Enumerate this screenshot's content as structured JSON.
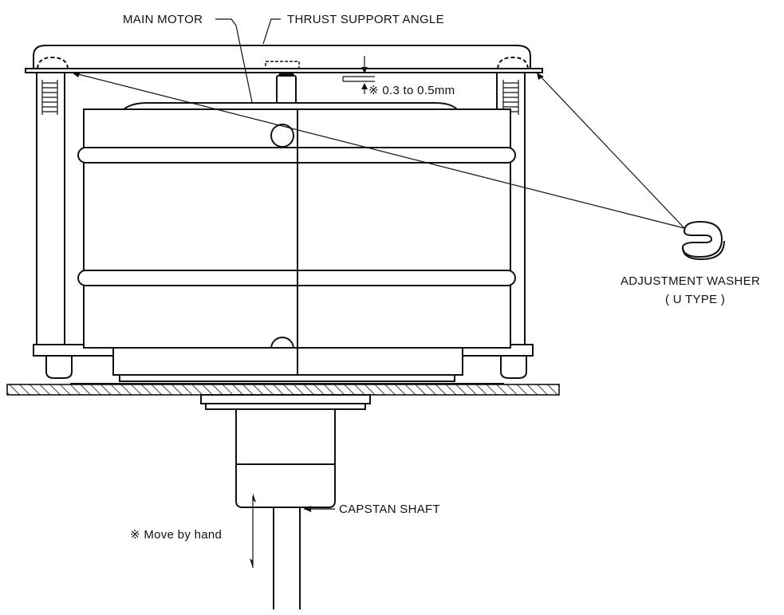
{
  "diagram": {
    "labels": {
      "main_motor": "MAIN MOTOR",
      "thrust_support_angle": "THRUST SUPPORT ANGLE",
      "clearance": "※ 0.3 to 0.5mm",
      "adjustment_washer_line1": "ADJUSTMENT WASHER",
      "adjustment_washer_line2": "( U TYPE )",
      "move_by_hand": "※ Move by hand",
      "capstan_shaft": "CAPSTAN SHAFT"
    },
    "colors": {
      "ink": "#111111",
      "background": "#ffffff"
    },
    "icons": {
      "movement": "double-arrow-icon",
      "washer": "u-washer-icon"
    }
  }
}
